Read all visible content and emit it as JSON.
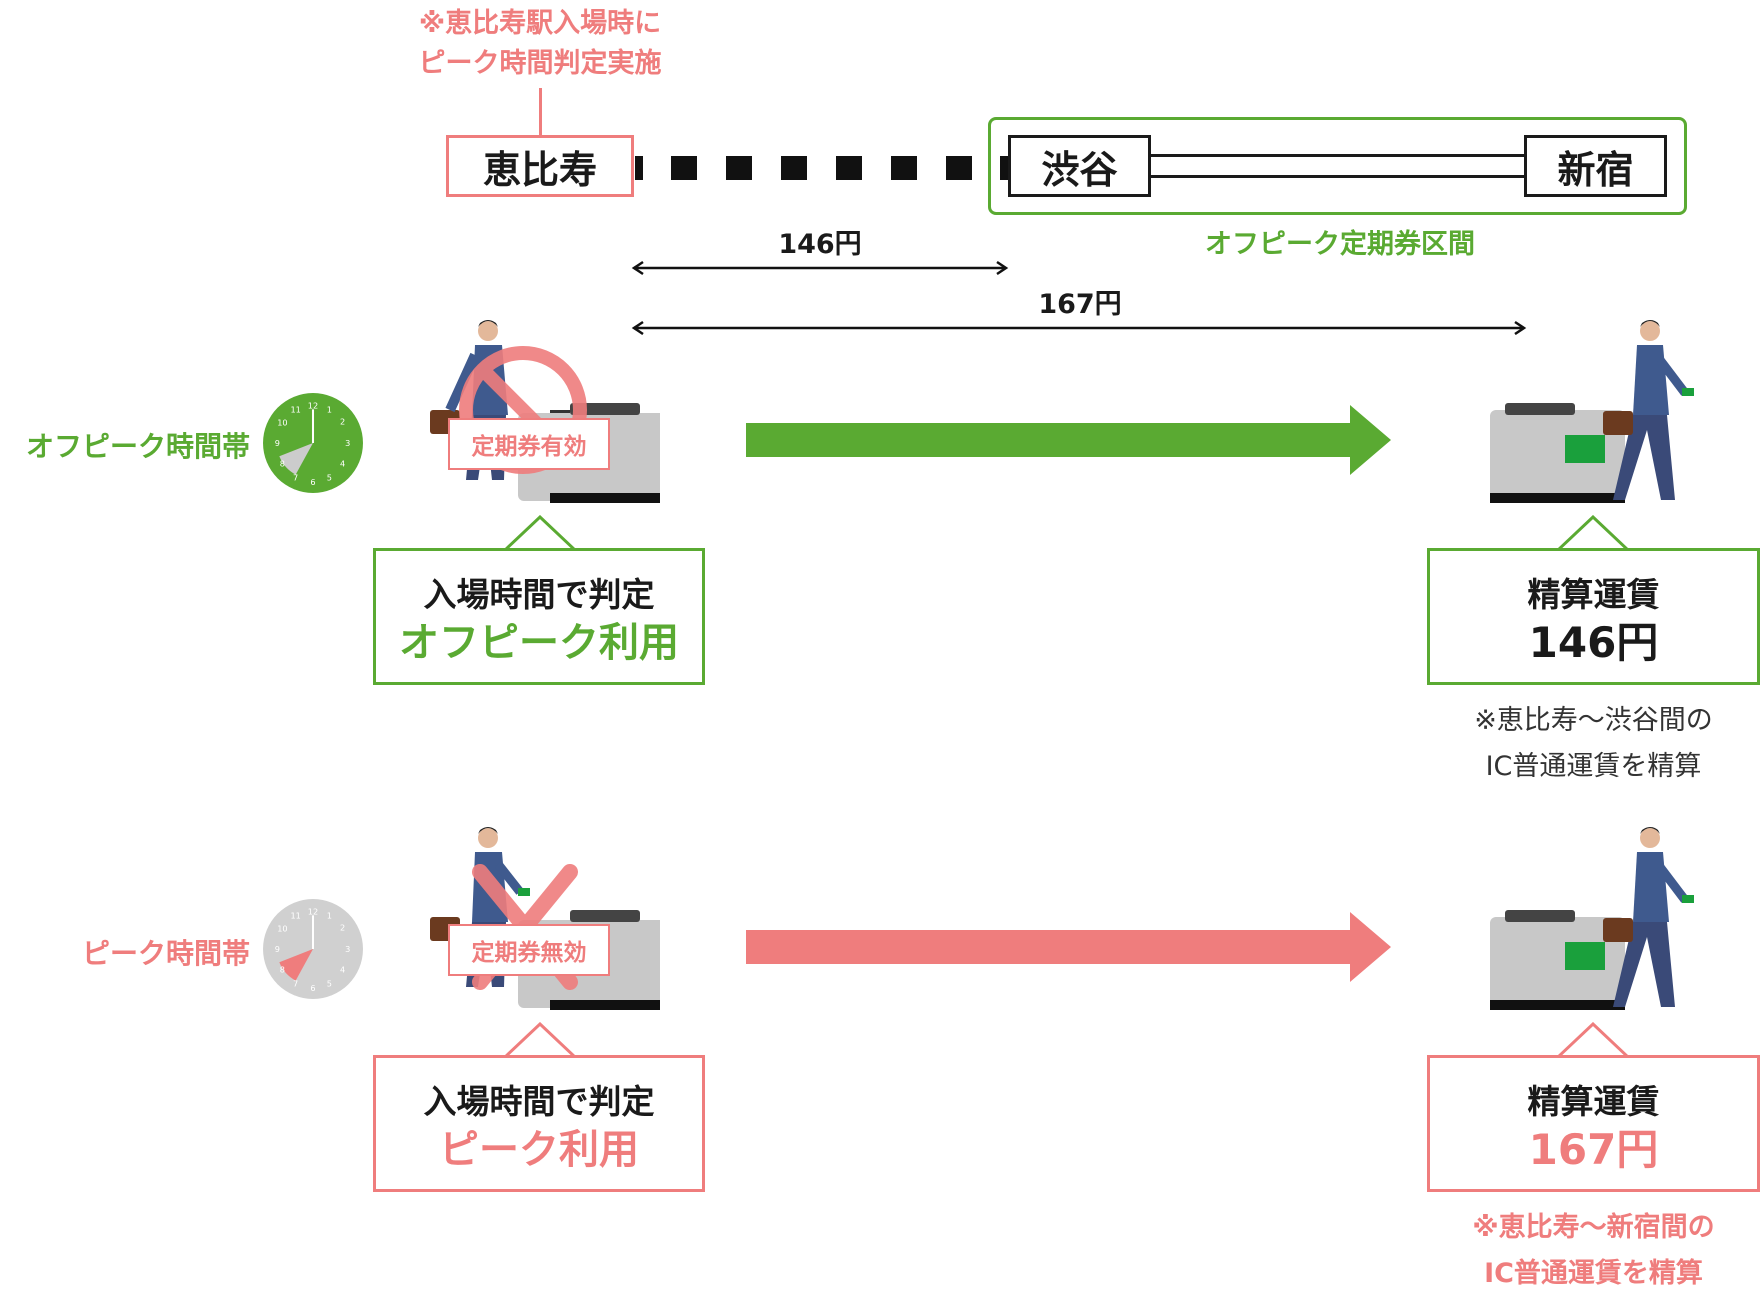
{
  "colors": {
    "offpeak": "#5aaa32",
    "peak": "#ef7d7d",
    "line": "#1a1a1a"
  },
  "top_note": {
    "line1": "※恵比寿駅入場時に",
    "line2": "ピーク時間判定実施"
  },
  "stations": {
    "ebisu": "恵比寿",
    "shibuya": "渋谷",
    "shinjuku": "新宿"
  },
  "offpeak_section_label": "オフピーク定期券区間",
  "fares": {
    "ebisu_shibuya": "146円",
    "ebisu_shinjuku": "167円"
  },
  "offpeak_row": {
    "time_label": "オフピーク時間帯",
    "pass_tag": "定期券有効",
    "entry_callout": {
      "line1": "入場時間で判定",
      "line2": "オフピーク利用"
    },
    "settle_callout": {
      "line1": "精算運賃",
      "line2": "146円"
    },
    "note": {
      "line1": "※恵比寿～渋谷間の",
      "line2": "IC普通運賃を精算"
    }
  },
  "peak_row": {
    "time_label": "ピーク時間帯",
    "pass_tag": "定期券無効",
    "entry_callout": {
      "line1": "入場時間で判定",
      "line2": "ピーク利用"
    },
    "settle_callout": {
      "line1": "精算運賃",
      "line2": "167円"
    },
    "note": {
      "line1": "※恵比寿～新宿間の",
      "line2": "IC普通運賃を精算"
    }
  },
  "clock_numbers": [
    "12",
    "1",
    "2",
    "3",
    "4",
    "5",
    "6",
    "7",
    "8",
    "9",
    "10",
    "11"
  ],
  "icons": [
    "clock-icon",
    "commuter-figure",
    "ticket-gate-icon",
    "ic-card-reader-icon",
    "prohibit-icon",
    "cross-mark-icon",
    "arrow-right-icon"
  ]
}
